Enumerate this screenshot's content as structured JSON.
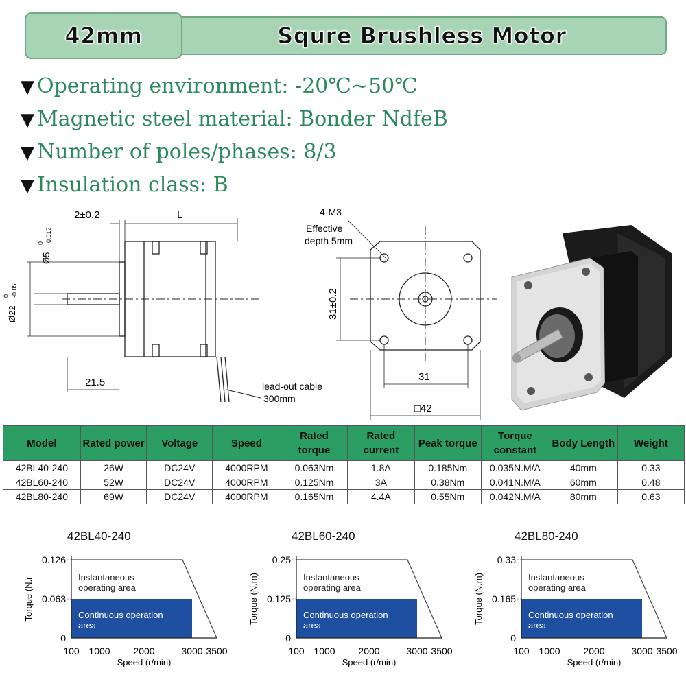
{
  "header": {
    "size_label": "42mm",
    "title": "Squre Brushless Motor"
  },
  "specs": [
    {
      "text": "Operating environment: -20℃~50℃"
    },
    {
      "text": "Magnetic steel material: Bonder NdfeB"
    },
    {
      "text": "Number of poles/phases: 8/3"
    },
    {
      "text": "Insulation class: B"
    }
  ],
  "drawing": {
    "side": {
      "dim_flange": "2±0.2",
      "dim_length": "L",
      "dim_shaft_dia": "Ø5",
      "dim_shaft_dia_tol_top": "0",
      "dim_shaft_dia_tol_bottom": "-0.012",
      "dim_boss_dia": "Ø22",
      "dim_boss_dia_tol_top": "0",
      "dim_boss_dia_tol_bottom": "-0.05",
      "dim_shaft_len": "21.5",
      "cable_label_1": "lead-out cable",
      "cable_label_2": "300mm"
    },
    "front": {
      "screw_label": "4-M3",
      "depth_label_1": "Effective",
      "depth_label_2": "depth 5mm",
      "dim_hole_v": "31±0.2",
      "dim_hole_h": "31",
      "dim_square": "□42"
    }
  },
  "table": {
    "headers": [
      "Model",
      "Rated power",
      "Voltage",
      "Speed",
      "Rated torque",
      "Rated current",
      "Peak torque",
      "Torque constant",
      "Body Length",
      "Weight"
    ],
    "rows": [
      [
        "42BL40-240",
        "26W",
        "DC24V",
        "4000RPM",
        "0.063Nm",
        "1.8A",
        "0.185Nm",
        "0.035N.M/A",
        "40mm",
        "0.33"
      ],
      [
        "42BL60-240",
        "52W",
        "DC24V",
        "4000RPM",
        "0.125Nm",
        "3A",
        "0.38Nm",
        "0.041N.M/A",
        "60mm",
        "0.48"
      ],
      [
        "42BL80-240",
        "69W",
        "DC24V",
        "4000RPM",
        "0.165Nm",
        "4.4A",
        "0.55Nm",
        "0.042N.M/A",
        "80mm",
        "0.63"
      ]
    ]
  },
  "colors": {
    "banner": "#a8d4b6",
    "spec_text": "#2c8a5a",
    "table_header": "#2d9e63",
    "continuous_area": "#1f4fa0"
  },
  "chart_data": [
    {
      "type": "area",
      "title": "42BL40-240",
      "xlabel": "Speed (r/min)",
      "ylabel": "Torque (N.r",
      "x_ticks": [
        "100",
        "1000",
        "2000",
        "3000",
        "3500"
      ],
      "y_ticks": [
        "0",
        "0.063",
        "0.126"
      ],
      "instantaneous_label": "Instantaneous operating area",
      "continuous_label": "Continuous operation area",
      "instantaneous_points": [
        [
          100,
          0.126
        ],
        [
          2800,
          0.126
        ],
        [
          3500,
          0
        ]
      ],
      "continuous_points": [
        [
          100,
          0.063
        ],
        [
          3000,
          0.063
        ]
      ]
    },
    {
      "type": "area",
      "title": "42BL60-240",
      "xlabel": "Speed (r/min)",
      "ylabel": "Torque (N.m)",
      "x_ticks": [
        "100",
        "1000",
        "2000",
        "3000",
        "3500"
      ],
      "y_ticks": [
        "0",
        "0.125",
        "0.25"
      ],
      "instantaneous_label": "Instantaneous operating area",
      "continuous_label": "Continuous operation area",
      "instantaneous_points": [
        [
          100,
          0.25
        ],
        [
          2800,
          0.25
        ],
        [
          3500,
          0
        ]
      ],
      "continuous_points": [
        [
          100,
          0.125
        ],
        [
          3000,
          0.125
        ]
      ]
    },
    {
      "type": "area",
      "title": "42BL80-240",
      "xlabel": "Speed (r/min)",
      "ylabel": "Torque (N.m)",
      "x_ticks": [
        "100",
        "1000",
        "2000",
        "3000",
        "3500"
      ],
      "y_ticks": [
        "0",
        "0.165",
        "0.33"
      ],
      "instantaneous_label": "Instantaneous operating area",
      "continuous_label": "Continuous operation area",
      "instantaneous_points": [
        [
          100,
          0.33
        ],
        [
          2800,
          0.33
        ],
        [
          3500,
          0
        ]
      ],
      "continuous_points": [
        [
          100,
          0.165
        ],
        [
          3000,
          0.165
        ]
      ]
    }
  ]
}
